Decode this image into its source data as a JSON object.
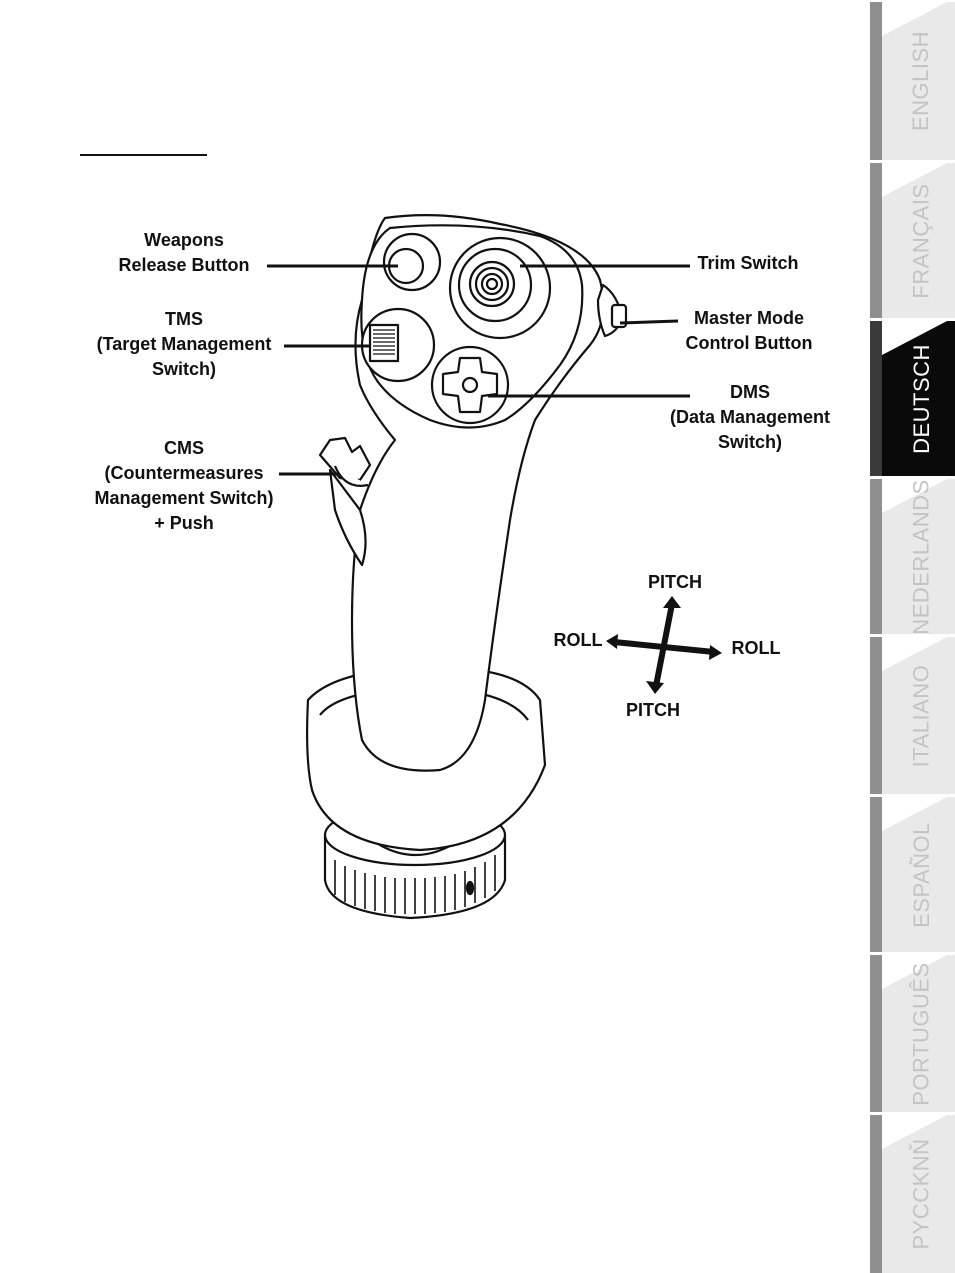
{
  "labels": {
    "weapons_release": "Weapons\nRelease Button",
    "tms": "TMS\n(Target Management\nSwitch)",
    "cms": "CMS\n(Countermeasures\nManagement Switch)\n+ Push",
    "trim": "Trim Switch",
    "master_mode": "Master Mode\nControl Button",
    "dms": "DMS\n(Data Management\nSwitch)"
  },
  "axes": {
    "pitch_top": "PITCH",
    "pitch_bottom": "PITCH",
    "roll_left": "ROLL",
    "roll_right": "ROLL"
  },
  "language_tabs": [
    {
      "label": "ENGLISH",
      "active": false
    },
    {
      "label": "FRANÇAIS",
      "active": false
    },
    {
      "label": "DEUTSCH",
      "active": true
    },
    {
      "label": "NEDERLANDS",
      "active": false
    },
    {
      "label": "ITALIANO",
      "active": false
    },
    {
      "label": "ESPAÑOL",
      "active": false
    },
    {
      "label": "PORTUGUÊS",
      "active": false
    },
    {
      "label": "PYCCKNŇ",
      "active": false
    }
  ],
  "colors": {
    "tab_active": "#0a0a0a",
    "tab_inactive": "#e9e9e9",
    "ink": "#111111"
  }
}
